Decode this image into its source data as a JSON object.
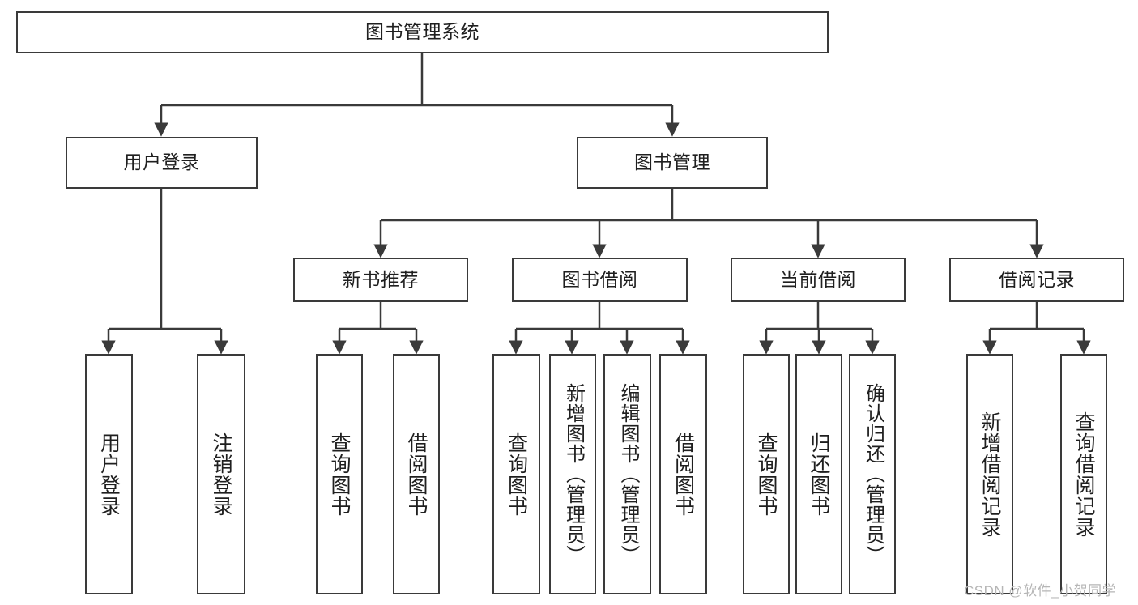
{
  "diagram": {
    "type": "tree-hierarchy-chart",
    "title": "图书管理系统",
    "levels": 4,
    "nodes": {
      "root": {
        "label": "图书管理系统"
      },
      "level2": [
        {
          "label": "用户登录"
        },
        {
          "label": "图书管理"
        }
      ],
      "level3": [
        {
          "label": "新书推荐"
        },
        {
          "label": "图书借阅"
        },
        {
          "label": "当前借阅"
        },
        {
          "label": "借阅记录"
        }
      ],
      "leaves": {
        "user_login": [
          {
            "label": "用户登录"
          },
          {
            "label": "注销登录"
          }
        ],
        "new_book_recommend": [
          {
            "label": "查询图书"
          },
          {
            "label": "借阅图书"
          }
        ],
        "book_borrow": [
          {
            "label": "查询图书"
          },
          {
            "label": "新增图书（管理员）"
          },
          {
            "label": "编辑图书（管理员）"
          },
          {
            "label": "借阅图书"
          }
        ],
        "current_borrow": [
          {
            "label": "查询图书"
          },
          {
            "label": "归还图书"
          },
          {
            "label": "确认归还（管理员）"
          }
        ],
        "borrow_record": [
          {
            "label": "新增借阅记录"
          },
          {
            "label": "查询借阅记录"
          }
        ]
      }
    },
    "watermark": "CSDN @软件_小贺同学",
    "colors": {
      "background": "#ffffff",
      "border": "#3a3a3a",
      "text": "#1f1f1f",
      "watermark": "#b6b6b6"
    }
  }
}
